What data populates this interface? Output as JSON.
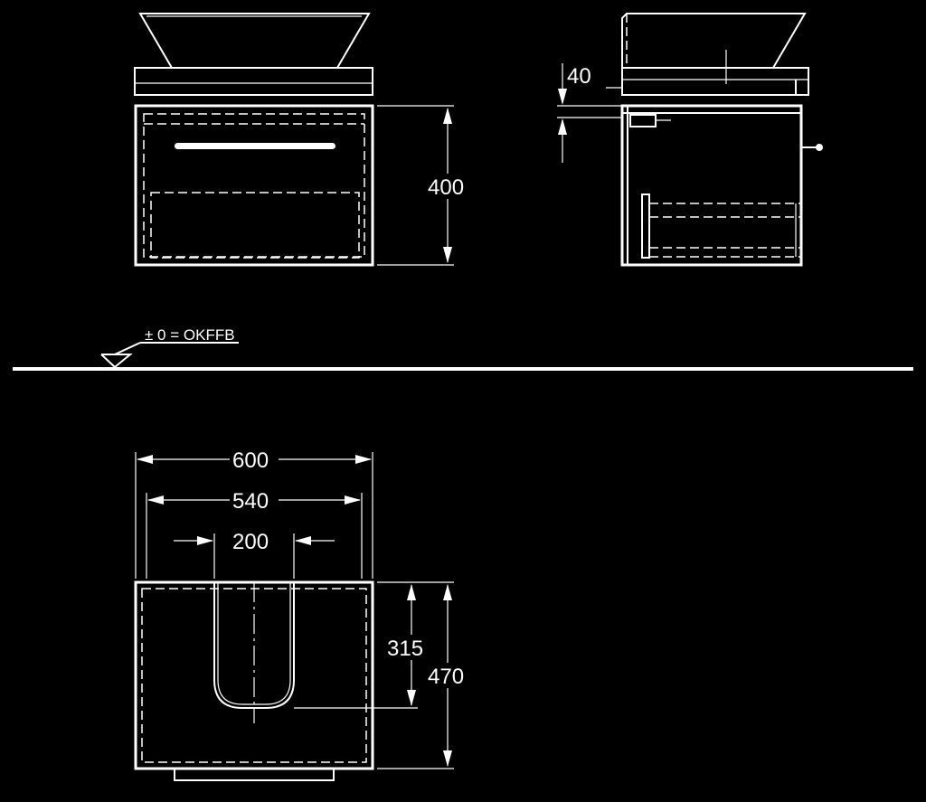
{
  "dimensions": {
    "height_400": "400",
    "top_40": "40",
    "width_600": "600",
    "width_540": "540",
    "gap_200": "200",
    "depth_315": "315",
    "depth_470": "470"
  },
  "floor_label": "± 0 = OKFFB",
  "colors": {
    "background": "#000000",
    "lines": "#ffffff"
  }
}
